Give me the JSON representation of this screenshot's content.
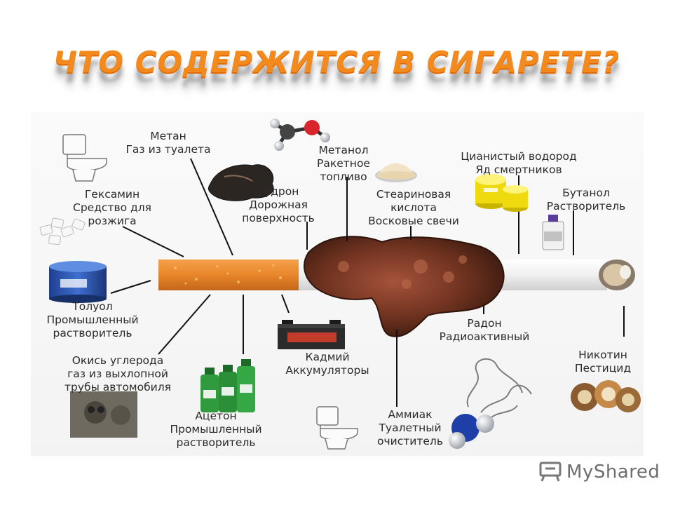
{
  "slide": {
    "title": "ЧТО СОДЕРЖИТСЯ В СИГАРЕТЕ?"
  },
  "labels": {
    "methane": [
      "Метан",
      "Газ из туалета"
    ],
    "methanol": [
      "Метанол",
      "Ракетное",
      "топливо"
    ],
    "hydrogen_cyanide": [
      "Цианистый водород",
      "Яд смертников"
    ],
    "hexamine": [
      "Гексамин",
      "Средство для",
      "розжига"
    ],
    "tar": [
      "Гудрон",
      "Дорожная",
      "поверхность"
    ],
    "stearic_acid": [
      "Стеариновая",
      "кислота",
      "Восковые свечи"
    ],
    "butanol": [
      "Бутанол",
      "Растворитель"
    ],
    "toluene": [
      "Толуол",
      "Промышленный",
      "растворитель"
    ],
    "carbon_monoxide": [
      "Окись углерода",
      "газ из выхлопной",
      "трубы автомобиля"
    ],
    "cadmium": [
      "Кадмий",
      "Аккумуляторы"
    ],
    "radon": [
      "Радон",
      "Радиоактивный"
    ],
    "nicotine": [
      "Никотин",
      "Пестицид"
    ],
    "acetone": [
      "Ацетон",
      "Промышленный",
      "растворитель"
    ],
    "ammonia": [
      "Аммиак",
      "Туалетный",
      "очиститель"
    ]
  },
  "logo": {
    "text": "MyShared"
  },
  "colors": {
    "title": "#f28a1e",
    "filter": "#e8862a",
    "lung": "#7a3a22",
    "leader_line": "#111111"
  }
}
